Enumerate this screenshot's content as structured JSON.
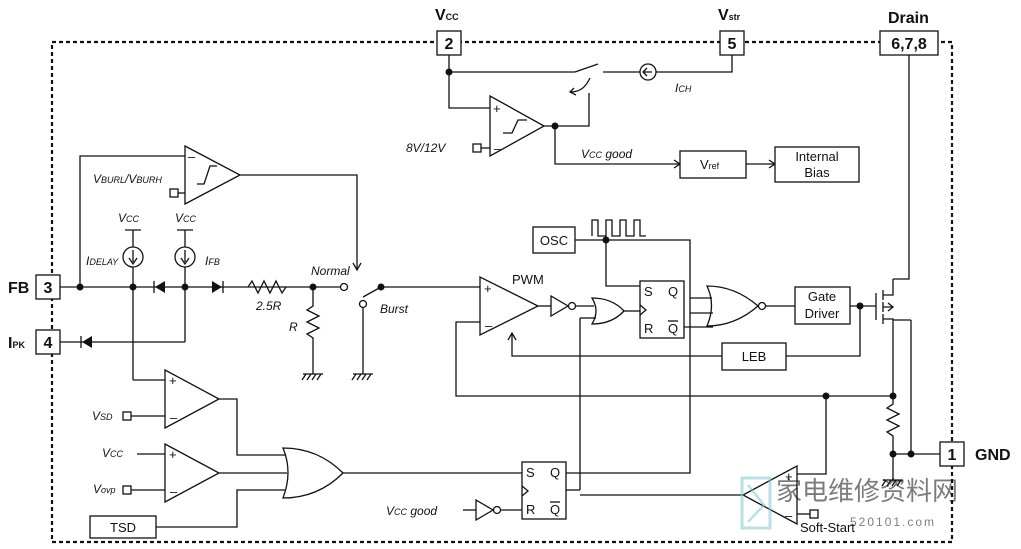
{
  "pins": {
    "vcc": {
      "label": "V",
      "sub": "CC",
      "num": "2"
    },
    "vstr": {
      "label": "V",
      "sub": "str",
      "num": "5"
    },
    "drain": {
      "label": "Drain",
      "num": "6,7,8"
    },
    "fb": {
      "label": "FB",
      "num": "3"
    },
    "ipk": {
      "label": "I",
      "sub": "PK",
      "num": "4"
    },
    "gnd": {
      "label": "GND",
      "num": "1"
    }
  },
  "blocks": {
    "osc": "OSC",
    "vref_main": "V",
    "vref_sub": "ref",
    "internal_bias_l1": "Internal",
    "internal_bias_l2": "Bias",
    "gate_driver_l1": "Gate",
    "gate_driver_l2": "Driver",
    "leb": "LEB",
    "tsd": "TSD",
    "pwm": "PWM"
  },
  "flipflop": {
    "s": "S",
    "r": "R",
    "q": "Q",
    "qbar": "Q"
  },
  "labels": {
    "ich": "I",
    "ich_sub": "CH",
    "v812": "8V/12V",
    "vcc_good_top": "V",
    "vcc_good_top_sub": "CC",
    "vcc_good_top_rest": " good",
    "vburl_a": "V",
    "vburl_a_sub": "BURL",
    "vburl_slash": "/V",
    "vburl_b_sub": "BURH",
    "vcc1": "V",
    "vcc1_sub": "CC",
    "vcc2": "V",
    "vcc2_sub": "CC",
    "idelay": "I",
    "idelay_sub": "DELAY",
    "ifb": "I",
    "ifb_sub": "FB",
    "r25": "2.5R",
    "r": "R",
    "normal": "Normal",
    "burst": "Burst",
    "plus": "+",
    "minus": "–",
    "vsd": "V",
    "vsd_sub": "SD",
    "vcc3": "V",
    "vcc3_sub": "CC",
    "vovp": "V",
    "vovp_sub": "ovp",
    "vcc_good_bot": "V",
    "vcc_good_bot_sub": "CC",
    "vcc_good_bot_rest": " good",
    "soft_start": "Soft-Start"
  },
  "watermark": {
    "text": "家电维修资料网",
    "url": "520101.com"
  }
}
